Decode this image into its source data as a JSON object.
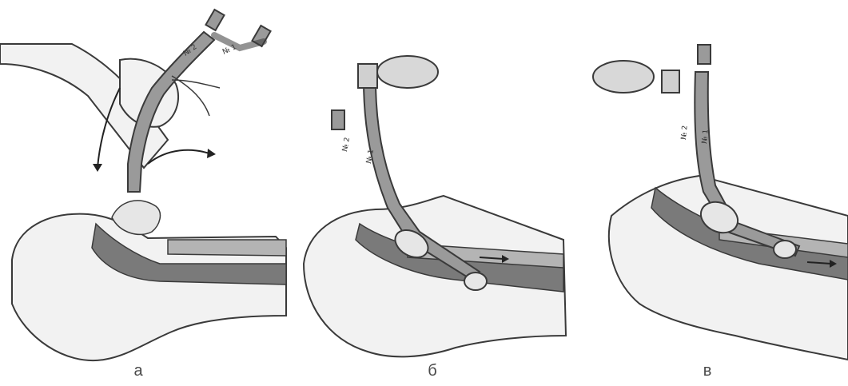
{
  "figure": {
    "panels": [
      {
        "label": "а"
      },
      {
        "label": "б"
      },
      {
        "label": "в"
      }
    ],
    "tube_markings": {
      "lumen_1": "№ 1",
      "lumen_2": "№ 2"
    },
    "colors": {
      "outline": "#3a3a3a",
      "skin_fill": "#f2f2f2",
      "dark_tissue": "#7a7a7a",
      "mid_tissue": "#b4b4b4",
      "tube_fill": "#9a9a9a",
      "background": "#ffffff"
    }
  }
}
